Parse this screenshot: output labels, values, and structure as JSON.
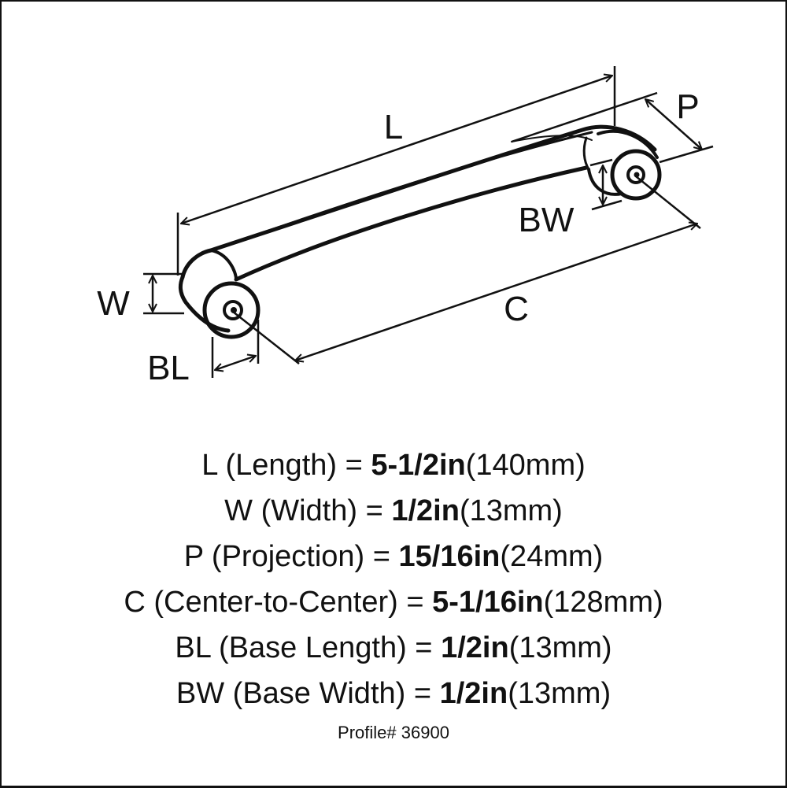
{
  "diagram": {
    "labels": {
      "L": "L",
      "P": "P",
      "BW": "BW",
      "W": "W",
      "C": "C",
      "BL": "BL"
    }
  },
  "specs": [
    {
      "key": "L",
      "desc": "(Length) =",
      "value": "5-1/2in",
      "metric": "(140mm)"
    },
    {
      "key": "W",
      "desc": "(Width) =",
      "value": "1/2in",
      "metric": "(13mm)"
    },
    {
      "key": "P",
      "desc": "(Projection) =",
      "value": "15/16in",
      "metric": "(24mm)"
    },
    {
      "key": "C",
      "desc": "(Center-to-Center) =",
      "value": "5-1/16in",
      "metric": "(128mm)"
    },
    {
      "key": "BL",
      "desc": "(Base Length) =",
      "value": "1/2in",
      "metric": "(13mm)"
    },
    {
      "key": "BW",
      "desc": "(Base Width) =",
      "value": "1/2in",
      "metric": "(13mm)"
    }
  ],
  "profile": "Profile# 36900"
}
